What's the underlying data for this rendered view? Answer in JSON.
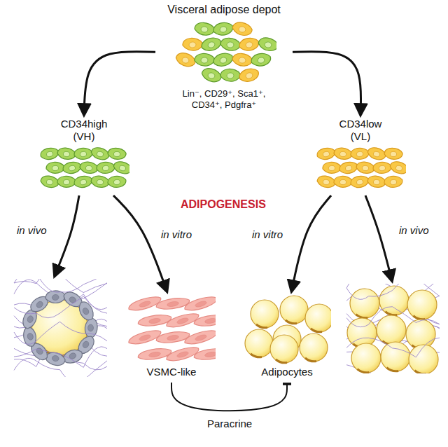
{
  "diagram": {
    "nodes": [
      {
        "text": [
          "Visceral adipose depot",
          "Lin⁻, CD29⁺, Sca1⁺, CD34⁺, Pdgfra⁺"
        ]
      },
      {
        "text": [
          "CD34high (VH)"
        ]
      },
      {
        "text": [
          "CD34low (VL)"
        ]
      },
      {
        "text": []
      },
      {
        "text": [
          "VSMC-like"
        ]
      },
      {
        "text": [
          "Adipocytes"
        ]
      },
      {
        "text": []
      }
    ],
    "edges": [
      {
        "from": 0,
        "to": 1,
        "arrow": "to"
      },
      {
        "from": 0,
        "to": 2,
        "arrow": "to"
      },
      {
        "from": 1,
        "to": 3,
        "label": "in vivo",
        "arrow": "to"
      },
      {
        "from": 1,
        "to": 4,
        "label": "in vitro",
        "arrow": "to"
      },
      {
        "from": 2,
        "to": 5,
        "label": "in vitro",
        "arrow": "to"
      },
      {
        "from": 2,
        "to": 6,
        "label": "in vivo",
        "arrow": "to"
      },
      {
        "from": 4,
        "to": 5,
        "label": "Paracrine",
        "arrow": "to"
      }
    ],
    "labels": [
      "ADIPOGENESIS"
    ]
  }
}
